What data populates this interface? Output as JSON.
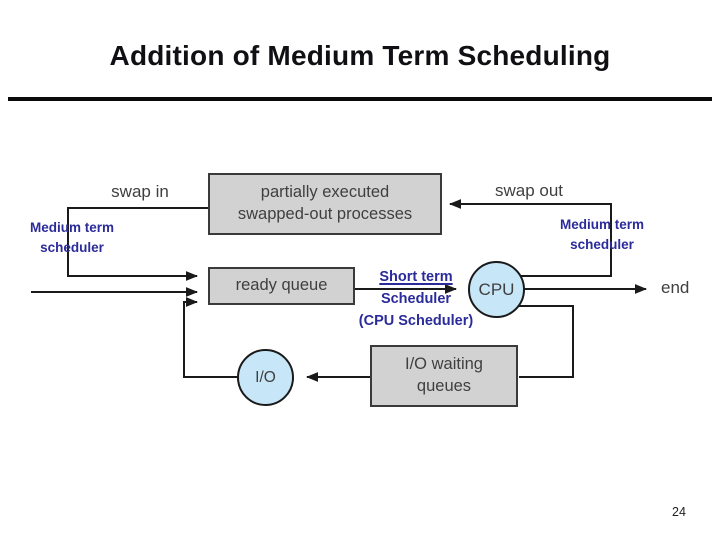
{
  "slide": {
    "title": "Addition of Medium Term Scheduling",
    "page_number": "24"
  },
  "diagram": {
    "labels": {
      "swap_in": "swap in",
      "swap_out": "swap out",
      "end": "end"
    },
    "medium_term_left": {
      "line1": "Medium term",
      "line2": "scheduler"
    },
    "medium_term_right": {
      "line1": "Medium term",
      "line2": "scheduler"
    },
    "short_term": {
      "line1": "Short term",
      "line2": "Scheduler",
      "line3": "(CPU Scheduler)"
    },
    "boxes": {
      "swapped_out": {
        "line1": "partially executed",
        "line2": "swapped-out processes"
      },
      "ready_queue": {
        "label": "ready queue"
      },
      "io_waiting": {
        "line1": "I/O waiting",
        "line2": "queues"
      }
    },
    "nodes": {
      "cpu": {
        "label": "CPU"
      },
      "io": {
        "label": "I/O"
      }
    },
    "colors": {
      "scheduler_text": "#2B2B9B",
      "box_fill": "#D2D2D2",
      "box_border": "#3A3A3A",
      "node_fill": "#C7E6F7",
      "line": "#1A1A1A",
      "title_text": "#101014"
    }
  }
}
